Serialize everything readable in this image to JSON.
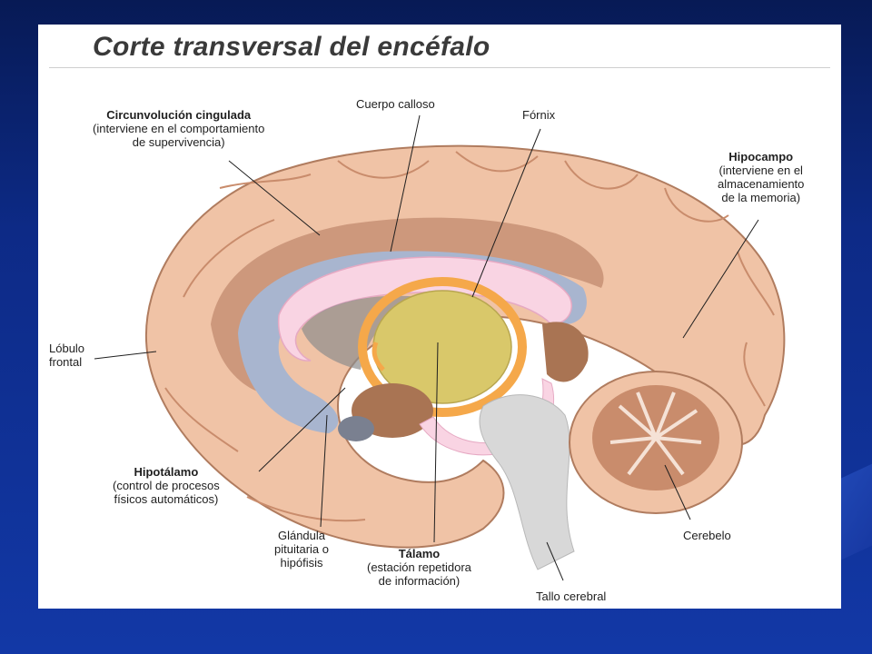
{
  "title": "Corte transversal del encéfalo",
  "labels": {
    "cingulada": {
      "name": "Circunvolución cingulada",
      "desc": [
        "(interviene en el comportamiento",
        "de supervivencia)"
      ]
    },
    "calloso": {
      "name": "Cuerpo calloso"
    },
    "fornix": {
      "name": "Fórnix"
    },
    "hipocampo": {
      "name": "Hipocampo",
      "desc": [
        "(interviene en el",
        "almacenamiento",
        "de la memoria)"
      ]
    },
    "lobulo": {
      "name": [
        "Lóbulo",
        "frontal"
      ]
    },
    "hipotalamo": {
      "name": "Hipotálamo",
      "desc": [
        "(control de procesos",
        "físicos automáticos)"
      ]
    },
    "glandula": {
      "name": [
        "Glándula",
        "pituitaria o",
        "hipófisis"
      ]
    },
    "talamo": {
      "name": "Tálamo",
      "desc": [
        "(estación repetidora",
        "de información)"
      ]
    },
    "cerebelo": {
      "name": "Cerebelo"
    },
    "tallo": {
      "name": "Tallo cerebral"
    }
  },
  "colors": {
    "cortex": "#f0c3a6",
    "cortex_fold": "#c98c6c",
    "white_matter": "#a8b5cf",
    "corpus_callosum": "#f9d4e3",
    "thalamus": "#d9c86a",
    "fornix": "#f5a84a",
    "deep_brown": "#a97453",
    "brainstem": "#d8d8d8"
  }
}
